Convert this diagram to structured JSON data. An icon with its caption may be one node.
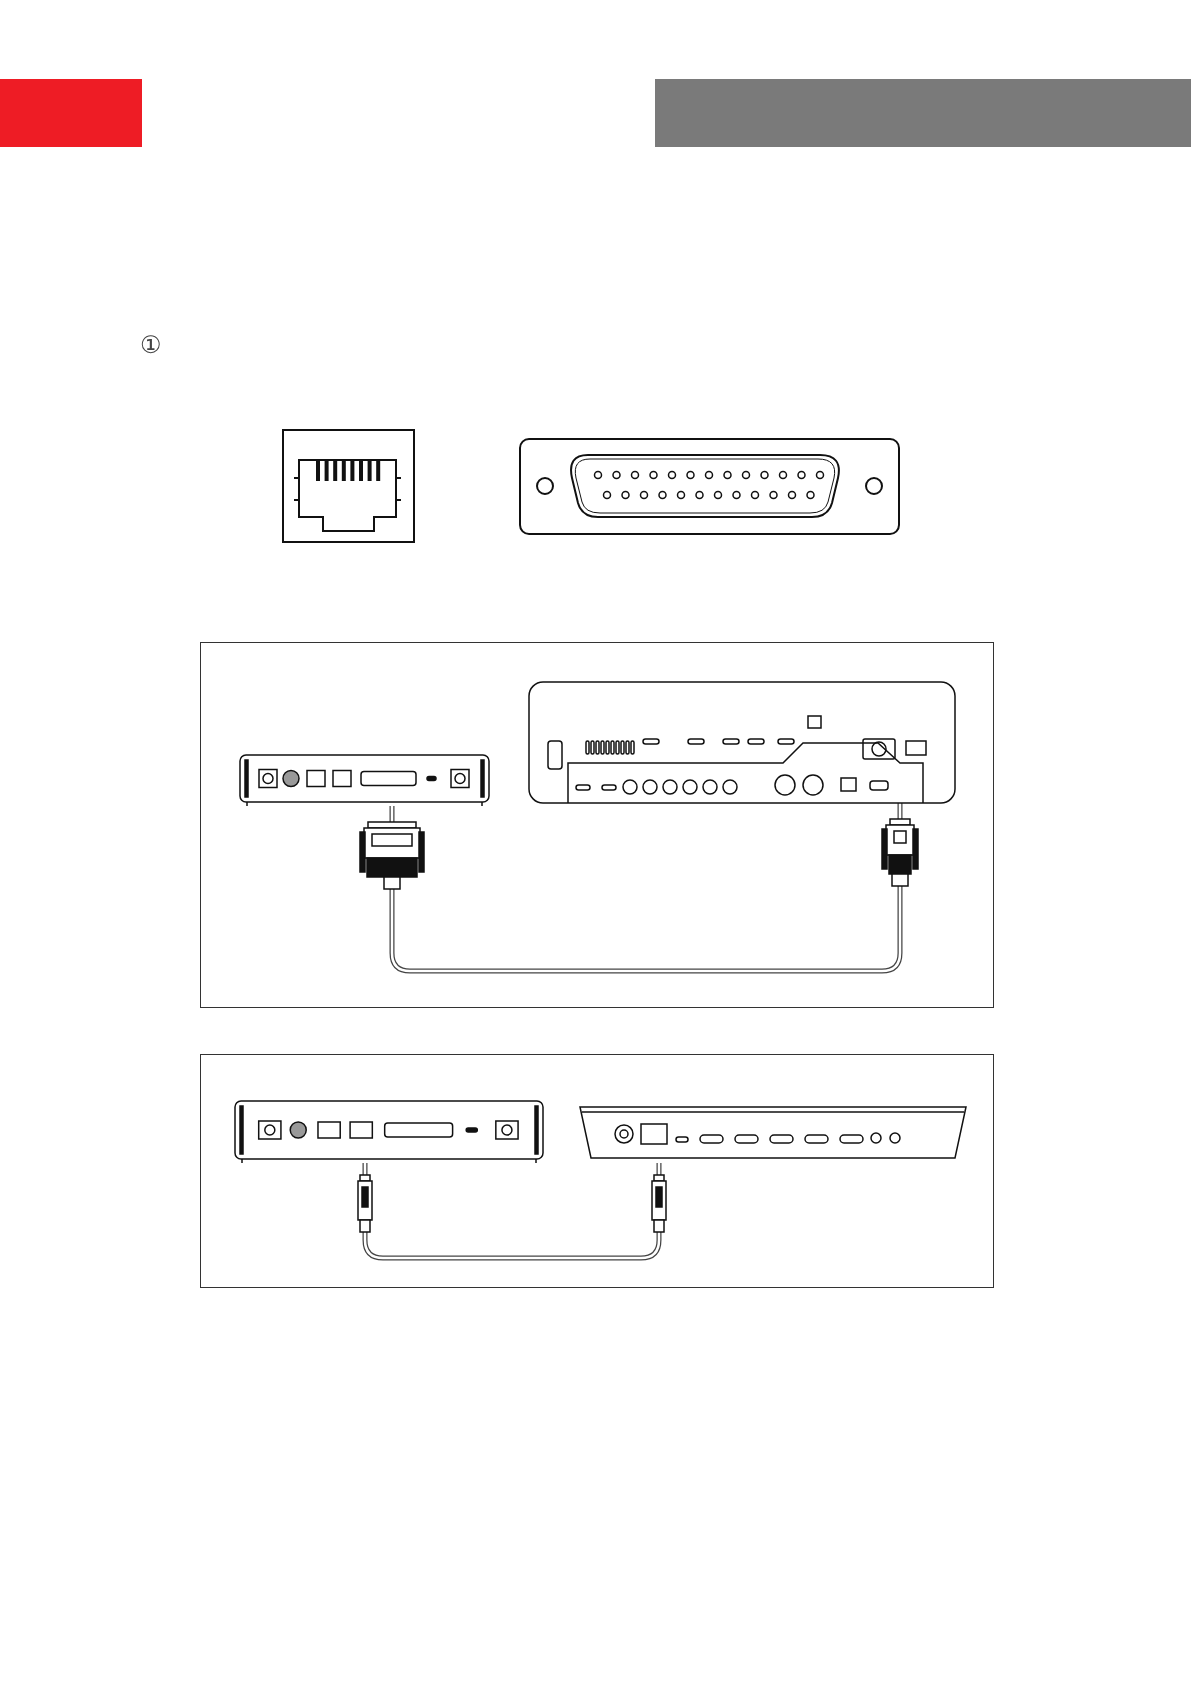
{
  "diagram": {
    "nodes": [
      {
        "text": [],
        "shape": "box"
      },
      {
        "text": [],
        "shape": "picture",
        "in": 0
      },
      {
        "text": [],
        "shape": "picture",
        "in": 0
      },
      {
        "text": [],
        "shape": "box"
      },
      {
        "text": [],
        "shape": "picture",
        "in": 3
      },
      {
        "text": [],
        "shape": "picture",
        "in": 3
      }
    ],
    "edges": [
      {
        "from": 1,
        "to": 2,
        "arrow": "none"
      },
      {
        "from": 4,
        "to": 5,
        "arrow": "none"
      }
    ],
    "labels": [
      "①"
    ]
  }
}
